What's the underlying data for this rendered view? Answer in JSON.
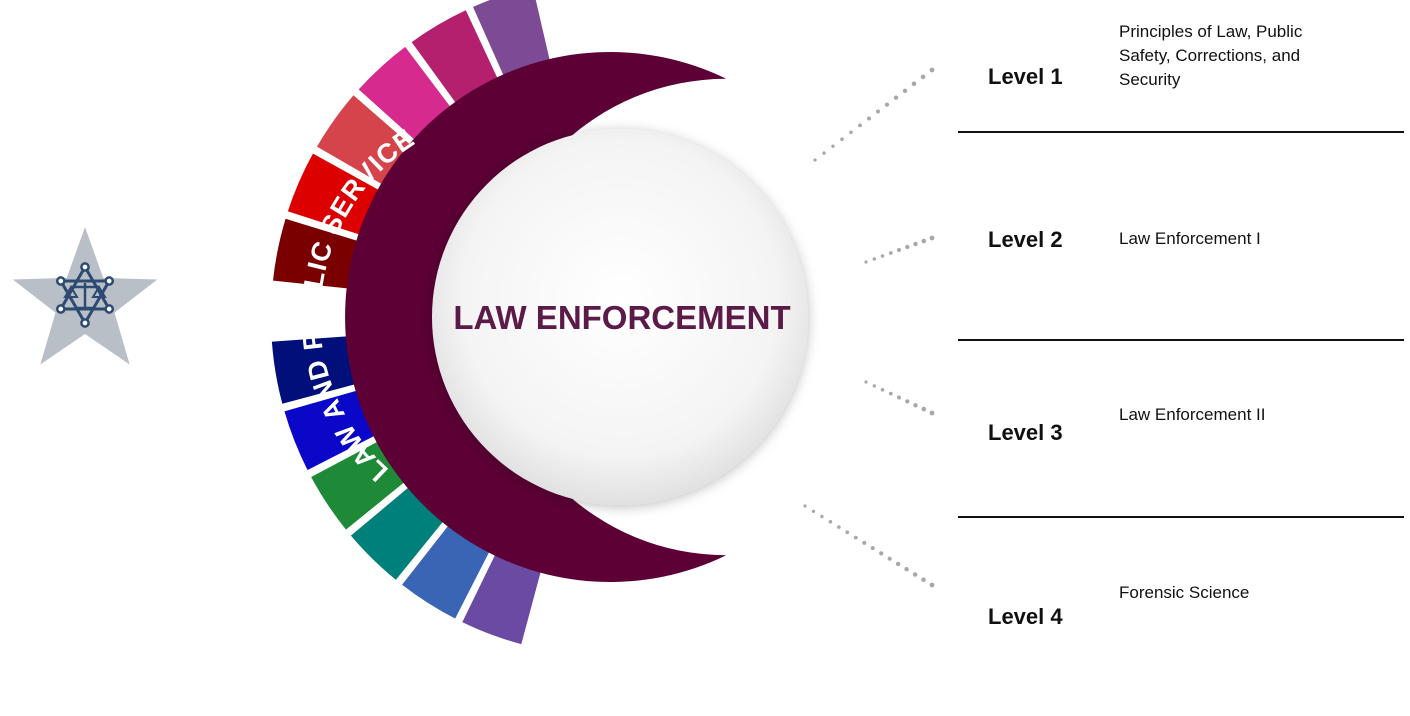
{
  "cluster_title": "LAW AND PUBLIC SERVICE",
  "pathway_title": "LAW ENFORCEMENT",
  "icon": "sheriff-star-scales-icon",
  "colors": {
    "ring": "#5c0035",
    "title": "#5c1a48",
    "dots": "#a8a8a8",
    "segments_top": [
      "#7a0000",
      "#dd0000",
      "#d4444a",
      "#d62a8f",
      "#b5206e",
      "#7d4a96"
    ],
    "segments_bottom": [
      "#000f7a",
      "#0b07c8",
      "#1e8a38",
      "#00807a",
      "#3a64b4",
      "#6a4aa2"
    ]
  },
  "levels": [
    {
      "label": "Level 1",
      "course": "Principles of Law, Public Safety, Corrections, and Security"
    },
    {
      "label": "Level 2",
      "course": "Law Enforcement I"
    },
    {
      "label": "Level 3",
      "course": "Law Enforcement II"
    },
    {
      "label": "Level 4",
      "course": "Forensic Science"
    }
  ]
}
